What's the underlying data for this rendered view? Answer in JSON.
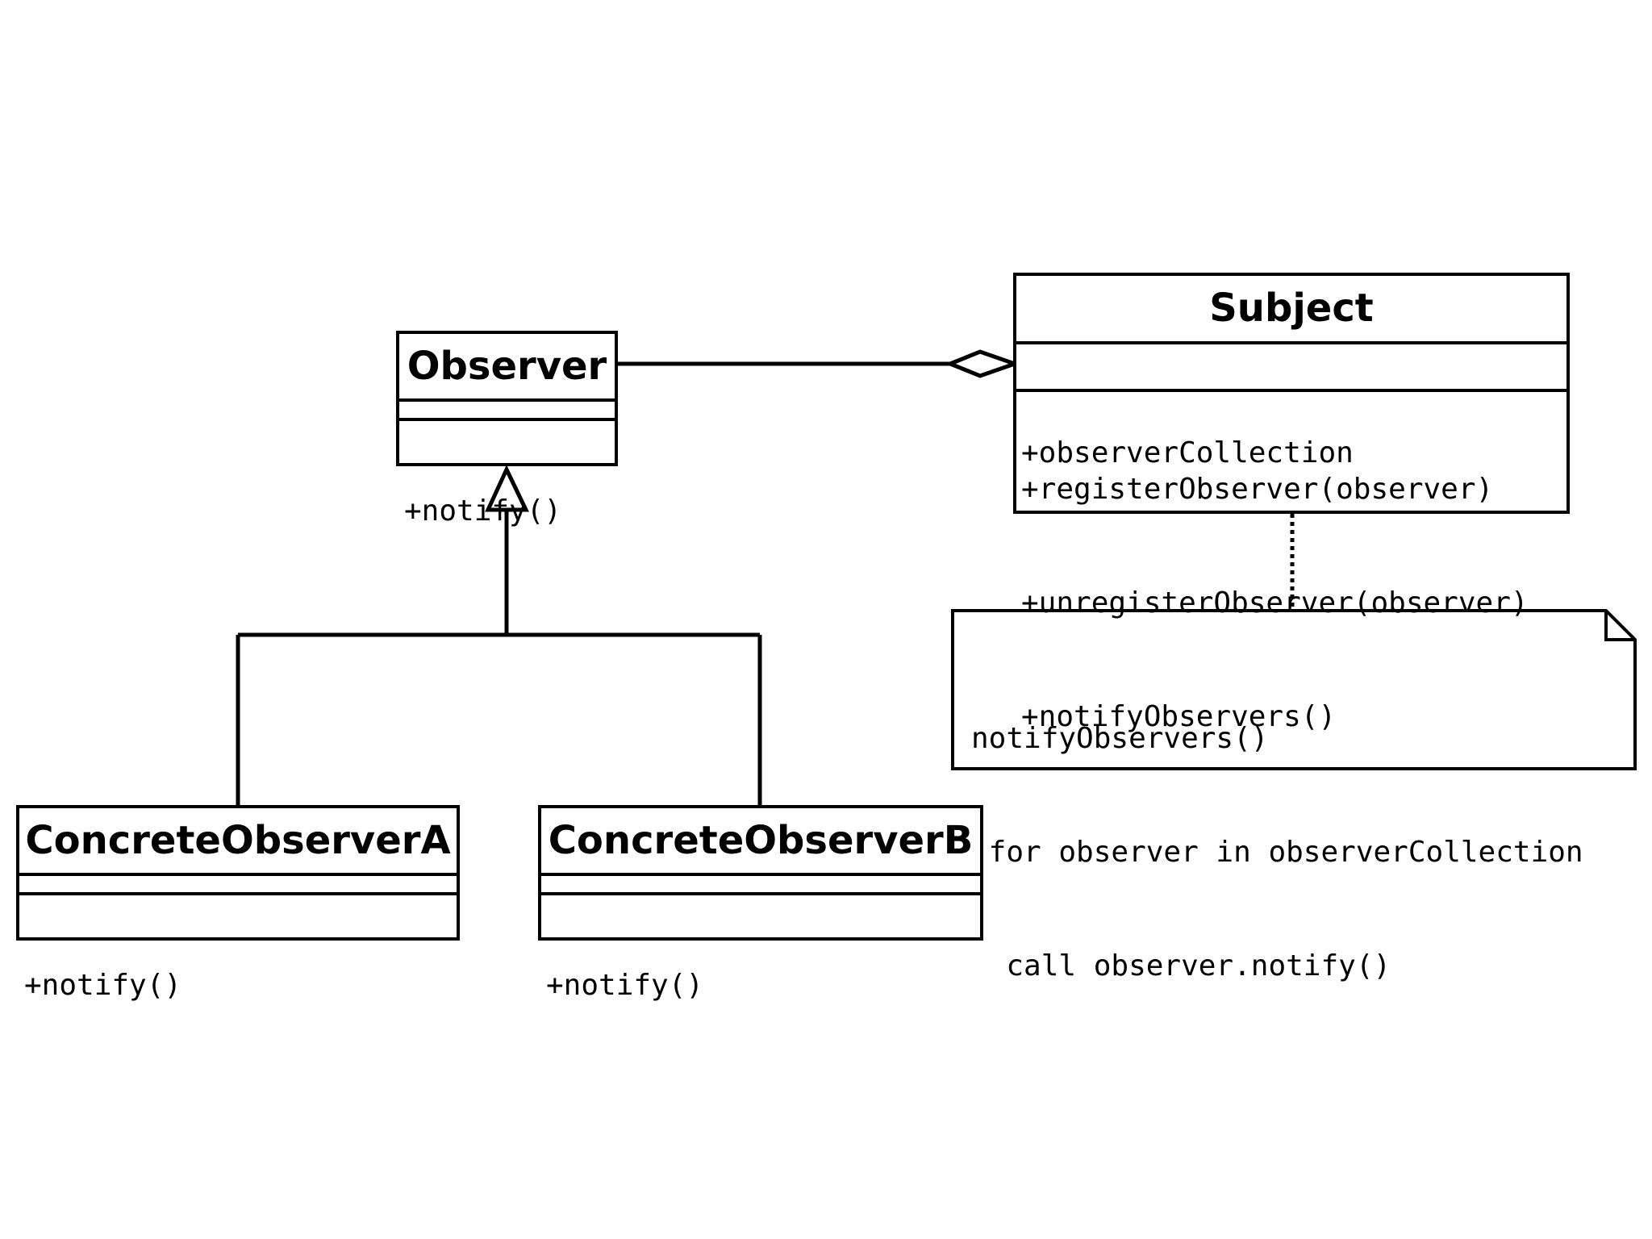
{
  "observer": {
    "name": "Observer",
    "attributes": [],
    "methods": [
      "+notify()"
    ]
  },
  "concrete_a": {
    "name": "ConcreteObserverA",
    "attributes": [],
    "methods": [
      "+notify()"
    ]
  },
  "concrete_b": {
    "name": "ConcreteObserverB",
    "attributes": [],
    "methods": [
      "+notify()"
    ]
  },
  "subject": {
    "name": "Subject",
    "attributes": [
      "+observerCollection"
    ],
    "methods": [
      "+registerObserver(observer)",
      "+unregisterObserver(observer)",
      "+notifyObservers()"
    ]
  },
  "note": {
    "lines": [
      "notifyObservers()",
      " for observer in observerCollection",
      "  call observer.notify()"
    ]
  },
  "colors": {
    "stroke": "#000000",
    "background": "#ffffff"
  }
}
